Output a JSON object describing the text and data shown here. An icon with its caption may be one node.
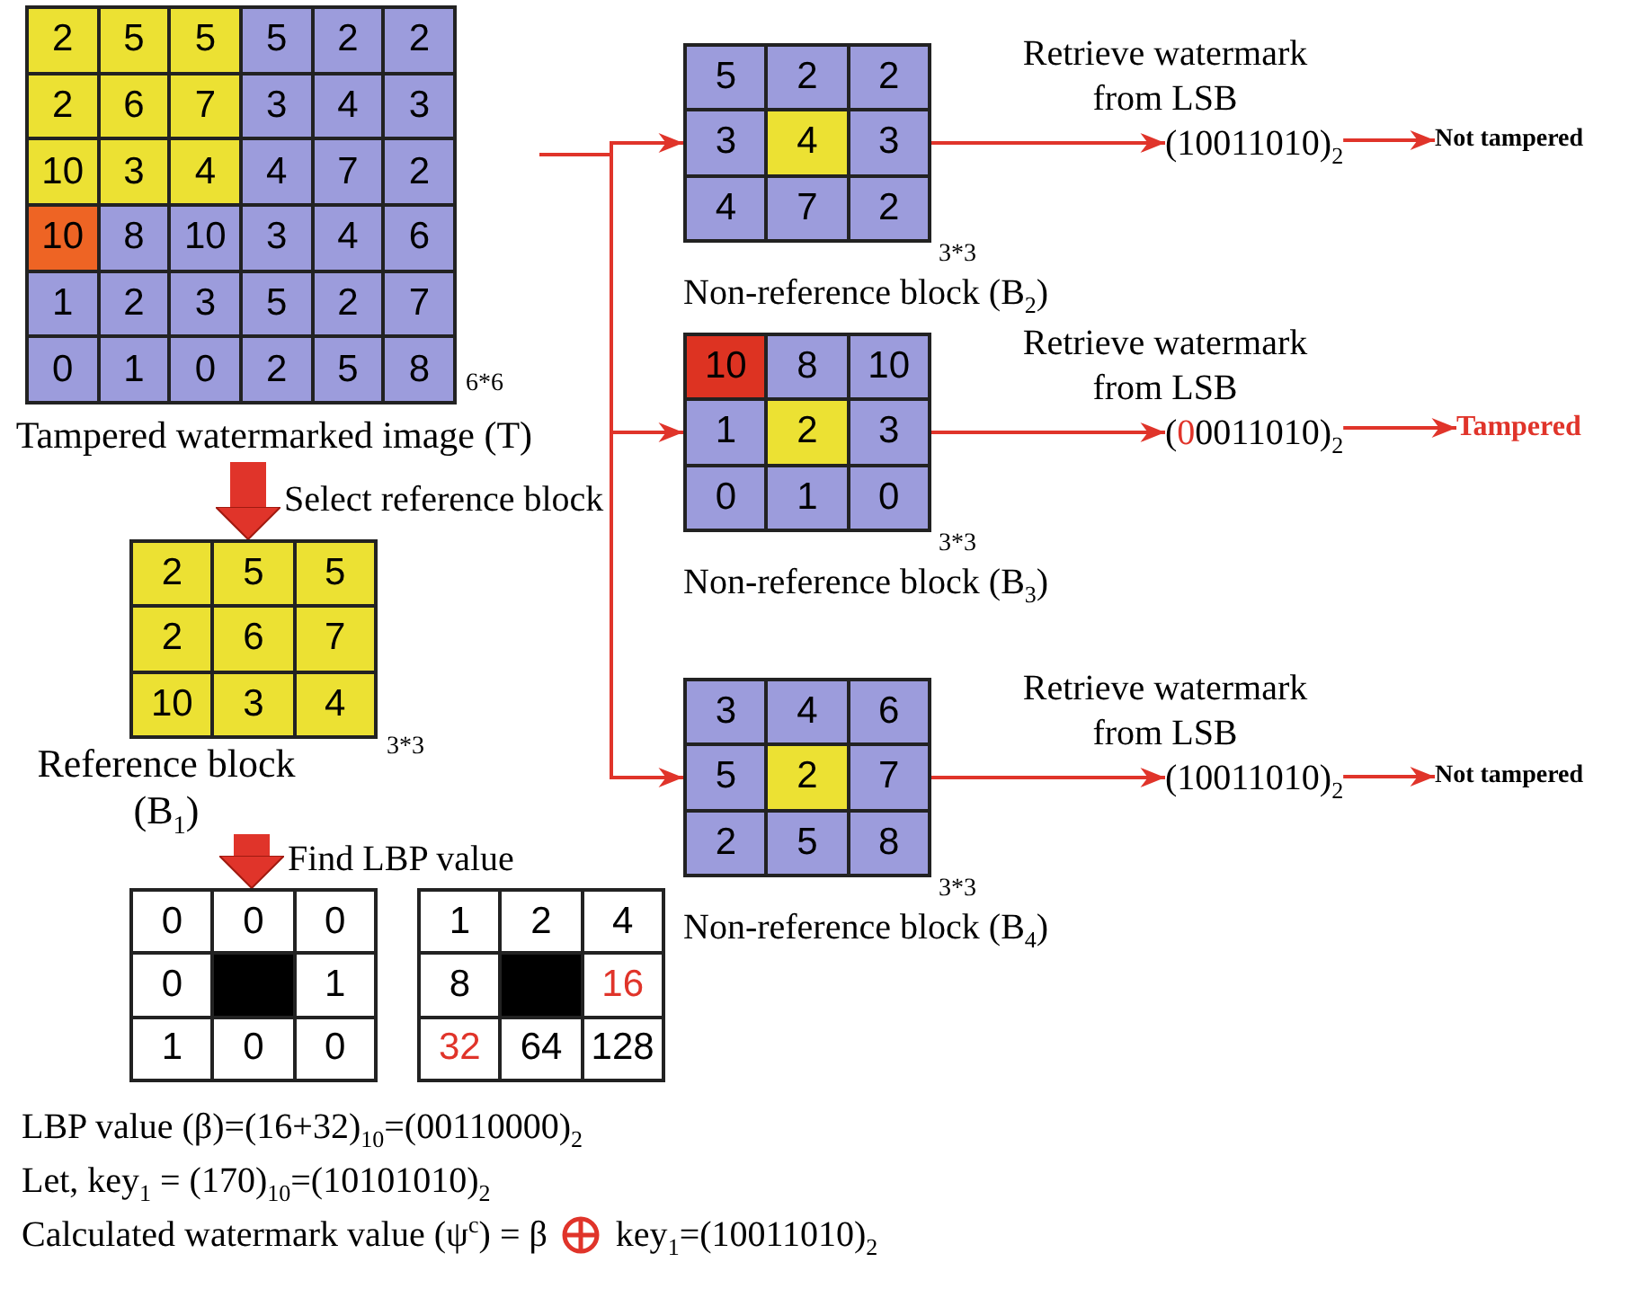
{
  "diagram": {
    "nodes": [
      {
        "text": [
          "2",
          "5",
          "5",
          "5",
          "2",
          "2",
          "2",
          "6",
          "7",
          "3",
          "4",
          "3",
          "10",
          "3",
          "4",
          "4",
          "7",
          "2",
          "10",
          "8",
          "10",
          "3",
          "4",
          "6",
          "1",
          "2",
          "3",
          "5",
          "2",
          "7",
          "0",
          "1",
          "0",
          "2",
          "5",
          "8"
        ],
        "beside": [
          "6*6",
          "Tampered watermarked image (T)"
        ]
      },
      {
        "text": [
          "5",
          "2",
          "2",
          "3",
          "4",
          "3",
          "4",
          "7",
          "2"
        ],
        "beside": [
          "3*3",
          "Non-reference block (B$_{2}$)"
        ]
      },
      {
        "text": [
          "10",
          "8",
          "10",
          "1",
          "2",
          "3",
          "0",
          "1",
          "0"
        ],
        "beside": [
          "3*3",
          "Non-reference block (B$_{3}$)"
        ]
      },
      {
        "text": [
          "3",
          "4",
          "6",
          "5",
          "2",
          "7",
          "2",
          "5",
          "8"
        ],
        "beside": [
          "3*3",
          "Non-reference block (B$_{4}$)"
        ]
      },
      {
        "text": [
          "2",
          "5",
          "5",
          "2",
          "6",
          "7",
          "10",
          "3",
          "4"
        ],
        "beside": [
          "3*3",
          "Reference block (B$_{1}$)"
        ]
      },
      {
        "text": [
          "0",
          "0",
          "0",
          "0",
          "1",
          "1",
          "0",
          "0"
        ]
      },
      {
        "text": [
          "1",
          "2",
          "4",
          "8",
          "16",
          "32",
          "64",
          "128"
        ]
      },
      {
        "text": [
          "(10011010)$_{2}$"
        ]
      },
      {
        "text": [
          "Not tampered"
        ]
      },
      {
        "text": [
          "(00011010)$_{2}$"
        ]
      },
      {
        "text": [
          "Tampered"
        ]
      },
      {
        "text": [
          "(10011010)$_{2}$"
        ]
      },
      {
        "text": [
          "Not tampered"
        ]
      }
    ],
    "edges": [
      {
        "from": 0,
        "to": 1,
        "arrow": "to"
      },
      {
        "from": 0,
        "to": 2,
        "arrow": "to"
      },
      {
        "from": 0,
        "to": 3,
        "arrow": "to"
      },
      {
        "from": 1,
        "to": 7,
        "arrow": "to",
        "label": "Retrieve watermark from LSB"
      },
      {
        "from": 7,
        "to": 8,
        "arrow": "to"
      },
      {
        "from": 2,
        "to": 9,
        "arrow": "to",
        "label": "Retrieve watermark from LSB"
      },
      {
        "from": 9,
        "to": 10,
        "arrow": "to"
      },
      {
        "from": 3,
        "to": 11,
        "arrow": "to",
        "label": "Retrieve watermark from LSB"
      },
      {
        "from": 11,
        "to": 12,
        "arrow": "to"
      },
      {
        "from": 0,
        "to": 4,
        "arrow": "to",
        "label": "Select reference block",
        "style": "thick"
      },
      {
        "from": 4,
        "to": 5,
        "arrow": "to",
        "label": "Find LBP value",
        "style": "thick"
      }
    ],
    "labels": [
      "LBP value (β)=(16+32)$_{10}$=(00110000)$_{2}$",
      "Let, key$_{1}$ = (170)$_{10}$=(10101010)$_{2}$",
      "Calculated watermark value (ψ$^{c}$) = β",
      "key$_{1}$=(10011010)$_{2}$"
    ]
  }
}
